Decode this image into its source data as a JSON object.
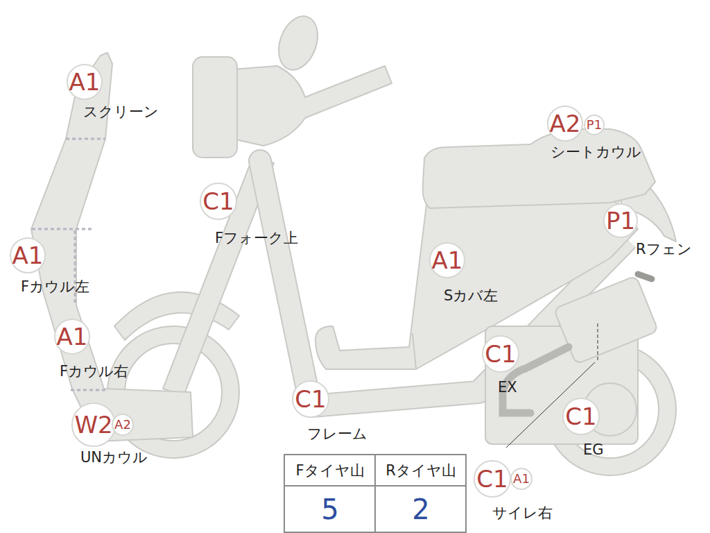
{
  "diagram": {
    "nodes": [
      {
        "text": [
          "A1",
          "スクリーン"
        ]
      },
      {
        "text": [
          "A2",
          "シートカウル"
        ]
      },
      {
        "text": [
          "P1"
        ]
      },
      {
        "text": [
          "C1",
          "Fフォーク上"
        ]
      },
      {
        "text": [
          "P1",
          "Rフェン"
        ]
      },
      {
        "text": [
          "A1",
          "Fカウル左"
        ]
      },
      {
        "text": [
          "A1",
          "Sカバ左"
        ]
      },
      {
        "text": [
          "A1",
          "Fカウル右"
        ]
      },
      {
        "text": [
          "C1",
          "EX"
        ]
      },
      {
        "text": [
          "C1",
          "フレーム"
        ]
      },
      {
        "text": [
          "W2",
          "UNカウル"
        ]
      },
      {
        "text": [
          "A2"
        ]
      },
      {
        "text": [
          "C1",
          "EG"
        ]
      },
      {
        "text": [
          "C1",
          "サイレ右"
        ]
      },
      {
        "text": [
          "A1"
        ]
      }
    ],
    "labels": [
      "Fタイヤ山",
      "Rタイヤ山",
      "5",
      "2"
    ]
  }
}
